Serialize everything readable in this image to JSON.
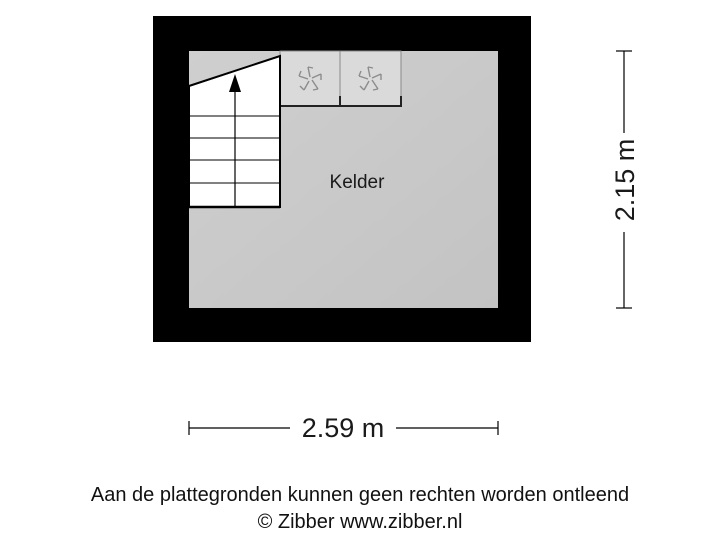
{
  "floorplan": {
    "room_label": "Kelder",
    "dimension_width": "2.59 m",
    "dimension_height": "2.15 m",
    "appliances": [
      {
        "icon": "ventilation-fan-icon"
      },
      {
        "icon": "ventilation-fan-icon"
      }
    ],
    "stairs": {
      "direction": "up"
    }
  },
  "footer": {
    "disclaimer": "Aan de plattegronden kunnen geen rechten worden ontleend",
    "copyright": "© Zibber www.zibber.nl"
  },
  "colors": {
    "wall": "#000000",
    "floor": "#c8c8c8",
    "cabinet": "#d9d9d9",
    "stairs": "#ffffff",
    "background": "#ffffff"
  }
}
